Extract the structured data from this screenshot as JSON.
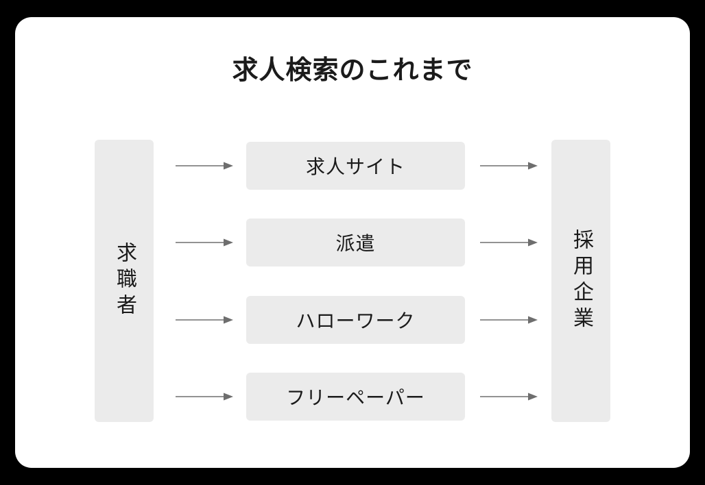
{
  "canvas": {
    "background_color": "#000000",
    "card_color": "#ffffff",
    "box_color": "#ebebeb",
    "text_color": "#1b1b1b",
    "arrow_color": "#6e6e6e"
  },
  "title": "求人検索のこれまで",
  "diagram": {
    "type": "flow",
    "left_column": {
      "label": "求職者",
      "orientation": "vertical"
    },
    "right_column": {
      "label": "採用企業",
      "orientation": "vertical"
    },
    "channels": [
      {
        "label": "求人サイト"
      },
      {
        "label": "派遣"
      },
      {
        "label": "ハローワーク"
      },
      {
        "label": "フリーペーパー"
      }
    ],
    "arrows": {
      "left_to_channel": [
        "arrow-right-icon",
        "arrow-right-icon",
        "arrow-right-icon",
        "arrow-right-icon"
      ],
      "channel_to_right": [
        "arrow-right-icon",
        "arrow-right-icon",
        "arrow-right-icon",
        "arrow-right-icon"
      ]
    }
  }
}
